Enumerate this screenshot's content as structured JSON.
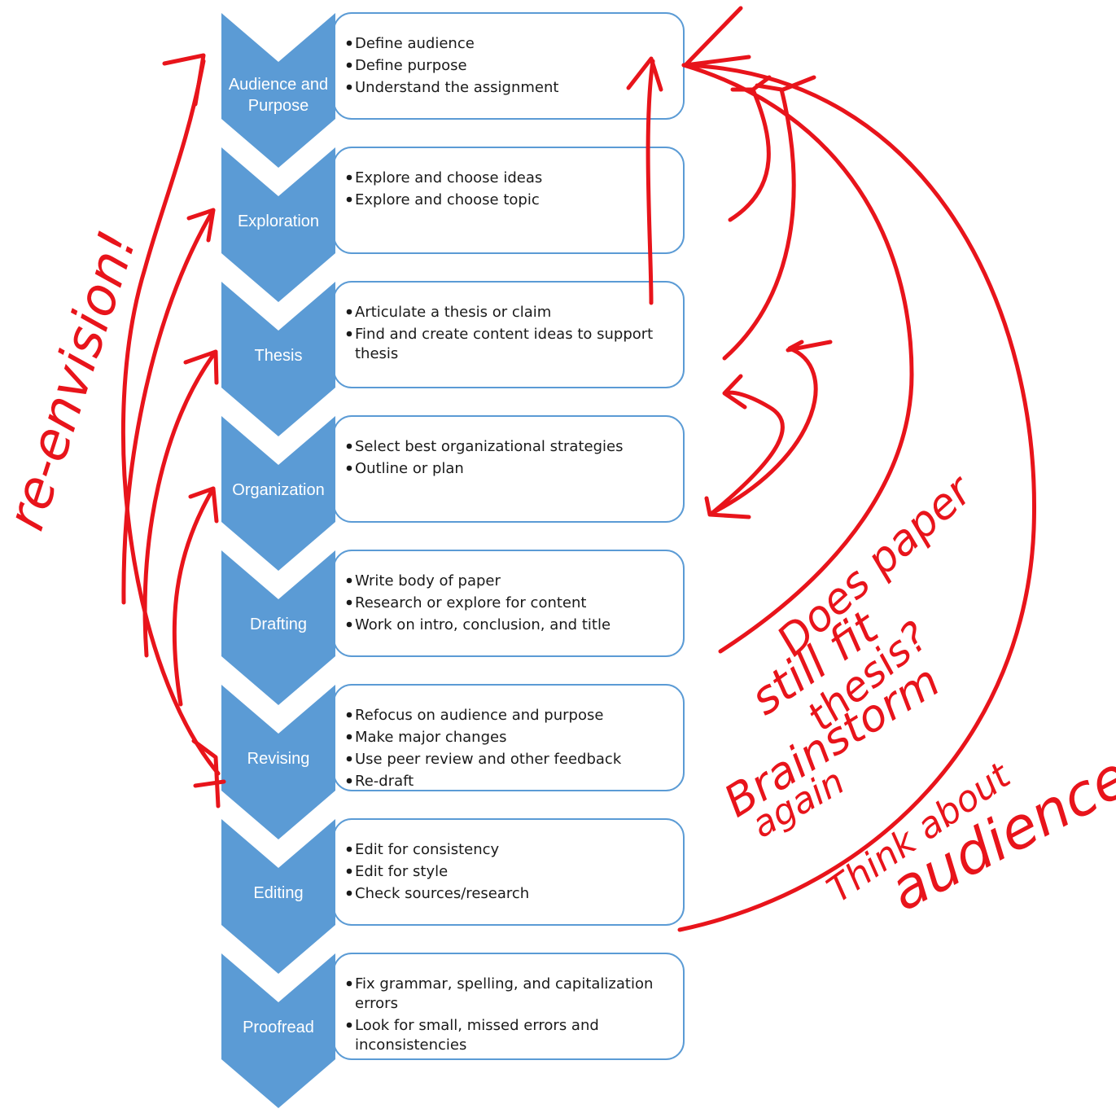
{
  "colors": {
    "accent": "#5b9bd5",
    "box_border": "#5b9bd5",
    "ink": "#e8141b",
    "text": "#1a1a1a"
  },
  "steps": [
    {
      "label": [
        "Audience and",
        "Purpose"
      ],
      "bullets": [
        [
          "Define audience"
        ],
        [
          "Define purpose"
        ],
        [
          "Understand the assignment"
        ]
      ]
    },
    {
      "label": [
        "Exploration"
      ],
      "bullets": [
        [
          "Explore and choose ideas"
        ],
        [
          "Explore and choose topic"
        ]
      ]
    },
    {
      "label": [
        "Thesis"
      ],
      "bullets": [
        [
          "Articulate a thesis or claim"
        ],
        [
          "Find and create content ideas to support",
          "thesis"
        ]
      ]
    },
    {
      "label": [
        "Organization"
      ],
      "bullets": [
        [
          "Select best organizational strategies"
        ],
        [
          "Outline or plan"
        ]
      ]
    },
    {
      "label": [
        "Drafting"
      ],
      "bullets": [
        [
          "Write body of paper"
        ],
        [
          "Research or explore for content"
        ],
        [
          "Work on intro, conclusion, and title"
        ]
      ]
    },
    {
      "label": [
        "Revising"
      ],
      "bullets": [
        [
          "Refocus on audience and purpose"
        ],
        [
          "Make major changes"
        ],
        [
          "Use peer review and other feedback"
        ],
        [
          "Re-draft"
        ]
      ]
    },
    {
      "label": [
        "Editing"
      ],
      "bullets": [
        [
          "Edit for consistency"
        ],
        [
          "Edit for style"
        ],
        [
          "Check sources/research"
        ]
      ]
    },
    {
      "label": [
        "Proofread"
      ],
      "bullets": [
        [
          "Fix grammar, spelling, and capitalization",
          "errors"
        ],
        [
          "Look for small, missed errors and",
          "inconsistencies"
        ]
      ]
    }
  ],
  "annotations": {
    "left": "re-envision!",
    "does_paper": "Does paper",
    "still_fit": "still fit",
    "thesis_q": "thesis?",
    "brainstorm": "Brainstorm",
    "again": "again",
    "think_about": "Think about",
    "audience": "audience"
  }
}
